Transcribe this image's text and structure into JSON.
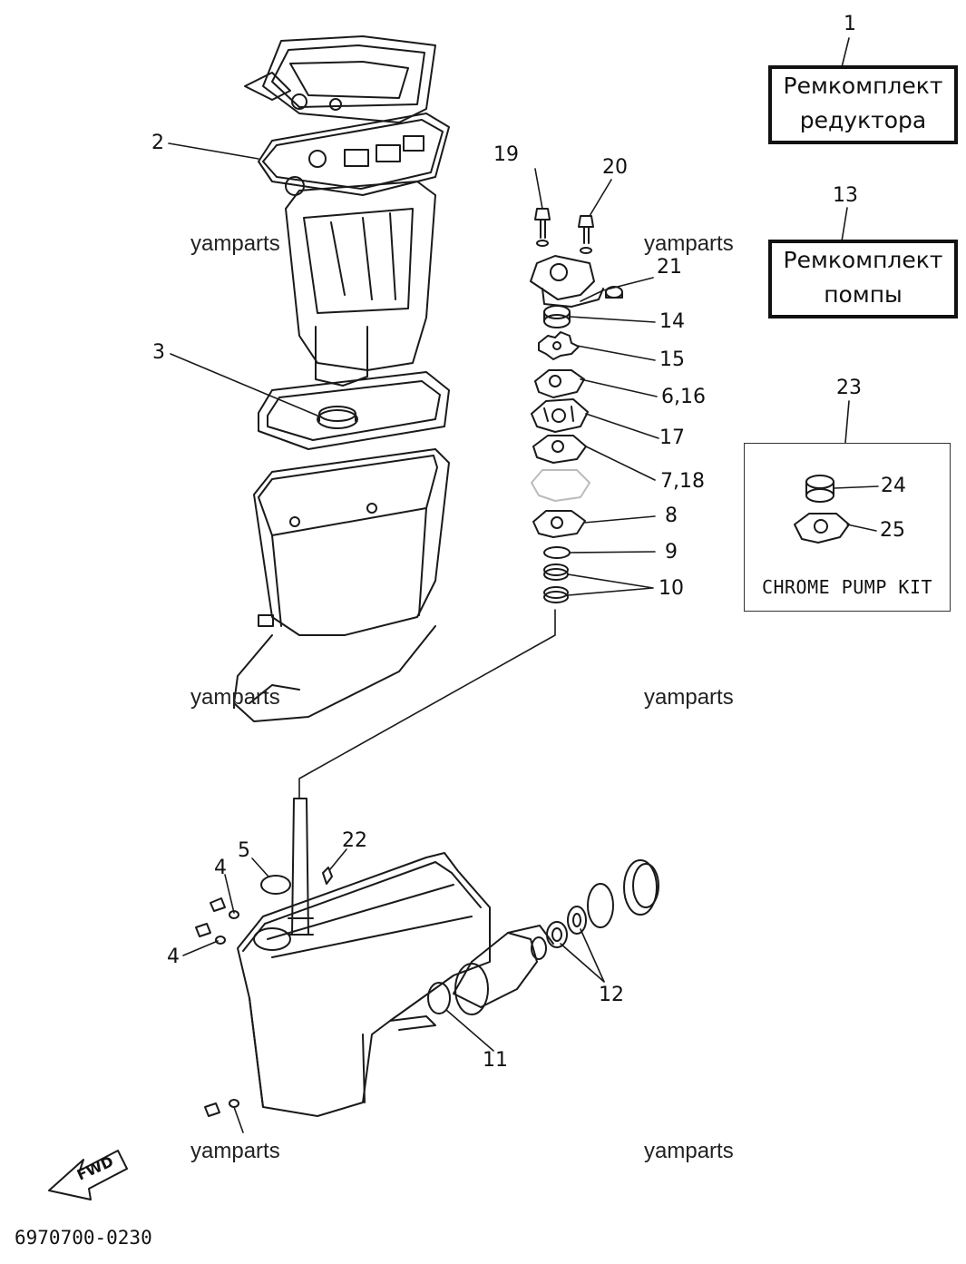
{
  "kits": {
    "gear": {
      "number": "1",
      "line1": "Ремкомплект",
      "line2": "редуктора"
    },
    "pump": {
      "number": "13",
      "line1": "Ремкомплект",
      "line2": "помпы"
    },
    "chrome": {
      "number": "23",
      "label": "CHROME PUMP KIT"
    }
  },
  "callouts": {
    "c2": "2",
    "c3": "3",
    "c4a": "4",
    "c4b": "4",
    "c5": "5",
    "c19": "19",
    "c20": "20",
    "c21": "21",
    "c14": "14",
    "c15": "15",
    "c6_16": "6,16",
    "c17": "17",
    "c7_18": "7,18",
    "c8": "8",
    "c9": "9",
    "c10": "10",
    "c22": "22",
    "c12": "12",
    "c11": "11",
    "c24": "24",
    "c25": "25"
  },
  "watermark": "yamparts",
  "fwd_label": "FWD",
  "drawing_code": "6970700-0230"
}
